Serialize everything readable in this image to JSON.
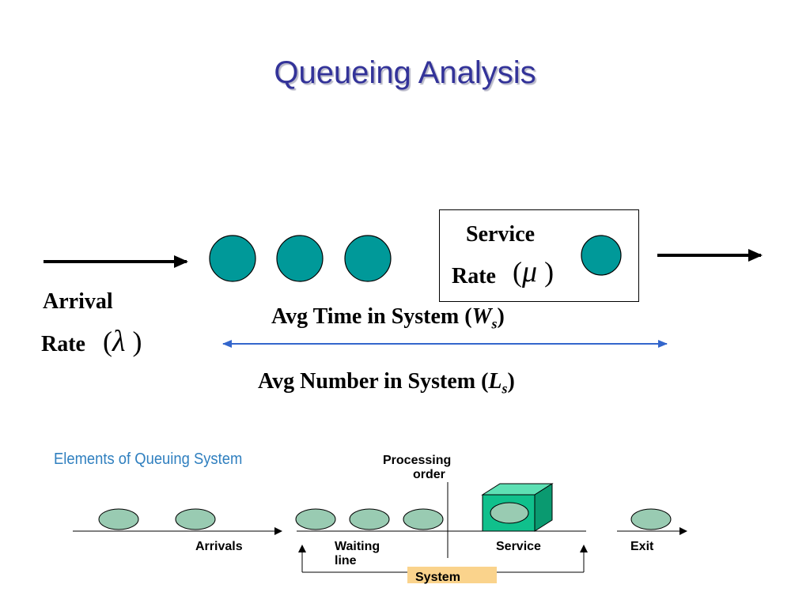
{
  "slide": {
    "title": "Queueing Analysis"
  },
  "top_diagram": {
    "service_line1": "Service",
    "service_line2": "Rate",
    "service_symbol": "μ",
    "arrival_line1": "Arrival",
    "arrival_line2": "Rate",
    "arrival_symbol": "λ",
    "avg_time_prefix": "Avg Time in System (",
    "avg_time_var": "W",
    "avg_time_sub": "s",
    "avg_time_suffix": ")",
    "avg_number_prefix": "Avg Number in System (",
    "avg_number_var": "L",
    "avg_number_sub": "s",
    "avg_number_suffix": ")",
    "colors": {
      "customer": "#009999",
      "line_arrow": "#3366cc"
    }
  },
  "elements": {
    "heading": "Elements of Queuing System",
    "processing_line1": "Processing",
    "processing_line2": "order",
    "arrivals": "Arrivals",
    "waiting_line1": "Waiting",
    "waiting_line2": "line",
    "service": "Service",
    "exit": "Exit",
    "system": "System",
    "colors": {
      "ellipse": "#99cbb2",
      "server_front": "#10c08c",
      "server_top": "#5ee0b4",
      "server_side": "#0a9a70",
      "system_bg": "#fad38c"
    }
  }
}
